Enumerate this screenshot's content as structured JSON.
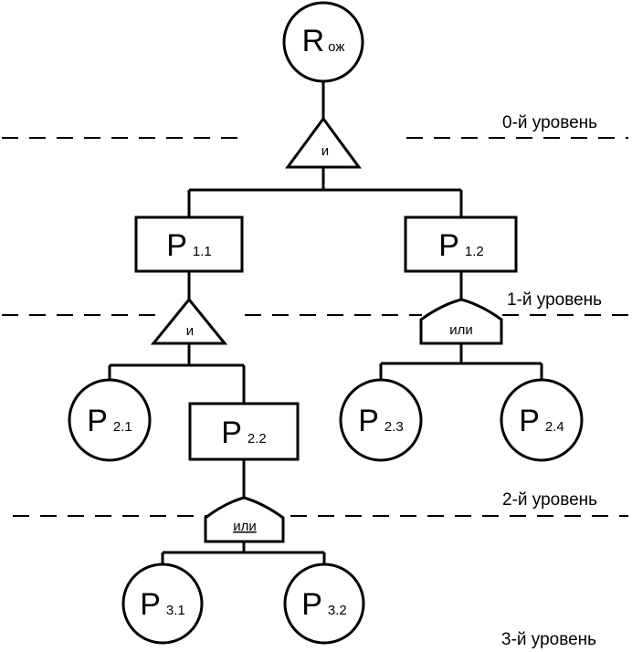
{
  "levels": [
    "0-й уровень",
    "1-й уровень",
    "2-й уровень",
    "3-й уровень"
  ],
  "nodes": {
    "root": {
      "main": "R",
      "sub": "ож"
    },
    "p11": {
      "main": "P",
      "sub": "1.1"
    },
    "p12": {
      "main": "P",
      "sub": "1.2"
    },
    "p21": {
      "main": "P",
      "sub": "2.1"
    },
    "p22": {
      "main": "P",
      "sub": "2.2"
    },
    "p23": {
      "main": "P",
      "sub": "2.3"
    },
    "p24": {
      "main": "P",
      "sub": "2.4"
    },
    "p31": {
      "main": "P",
      "sub": "3.1"
    },
    "p32": {
      "main": "P",
      "sub": "3.2"
    }
  },
  "gates": {
    "g0": "и",
    "g11": "и",
    "g12": "или",
    "g22": "или"
  }
}
